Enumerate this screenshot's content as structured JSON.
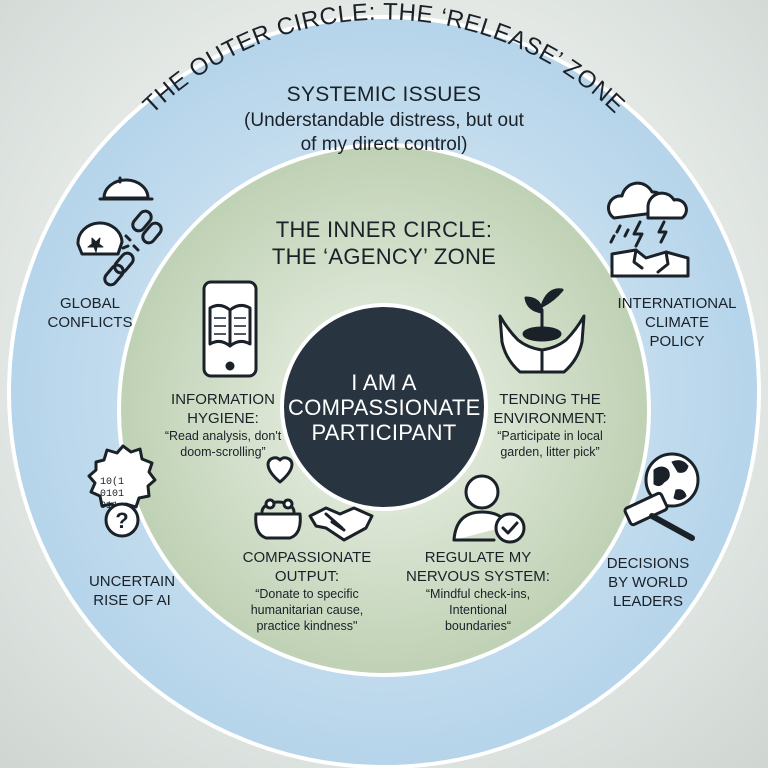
{
  "outer": {
    "arc_title": "THE OUTER CIRCLE: THE ‘RELEASE’ ZONE",
    "subtitle": "SYSTEMIC ISSUES",
    "note_line1": "(Understandable distress, but out",
    "note_line2": "of my direct control)",
    "items": [
      {
        "line1": "GLOBAL",
        "line2": "CONFLICTS",
        "icon": "helmets-broken-chain-icon"
      },
      {
        "line1": "INTERNATIONAL",
        "line2": "CLIMATE",
        "line3": "POLICY",
        "icon": "storm-cracked-earth-icon"
      },
      {
        "line1": "UNCERTAIN",
        "line2": "RISE OF AI",
        "icon": "binary-gear-question-icon"
      },
      {
        "line1": "DECISIONS",
        "line2": "BY WORLD",
        "line3": "LEADERS",
        "icon": "globe-gavel-icon"
      }
    ]
  },
  "inner": {
    "title_line1": "THE INNER CIRCLE:",
    "title_line2": "THE ‘AGENCY’ ZONE",
    "items": [
      {
        "h1": "INFORMATION",
        "h2": "HYGIENE:",
        "q1": "“Read analysis, don't",
        "q2": "doom-scrolling”",
        "icon": "tablet-book-icon"
      },
      {
        "h1": "TENDING THE",
        "h2": "ENVIRONMENT:",
        "q1": "“Participate in local",
        "q2": "garden, litter pick”",
        "icon": "hands-seedling-icon"
      },
      {
        "h1": "COMPASSIONATE",
        "h2": "OUTPUT:",
        "q1": "“Donate to specific",
        "q2": "humanitarian cause,",
        "q3": "practice kindness\"",
        "icon": "heart-purse-handshake-icon"
      },
      {
        "h1": "REGULATE MY",
        "h2": "NERVOUS SYSTEM:",
        "q1": "“Mindful check-ins,",
        "q2": "Intentional",
        "q3": "boundaries“",
        "icon": "person-check-icon"
      }
    ]
  },
  "center": {
    "line1": "I AM A",
    "line2": "COMPASSIONATE",
    "line3": "PARTICIPANT"
  },
  "colors": {
    "outer_ring": "#bcd8ec",
    "inner_ring": "#c7d6bd",
    "core": "#283440",
    "ink": "#1a2128",
    "ring_border": "#ffffff"
  }
}
